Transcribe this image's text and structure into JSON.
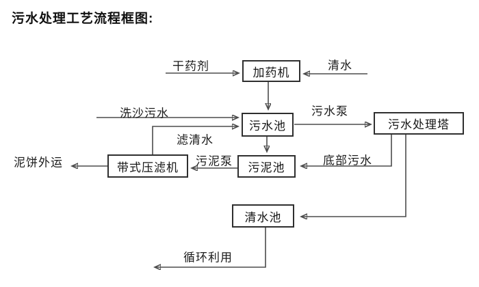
{
  "title": "污水处理工艺流程框图:",
  "diagram": {
    "nodes": {
      "dosing_machine": "加药机",
      "sewage_pool": "污水池",
      "treatment_tower": "污水处理塔",
      "belt_filter_press": "带式压滤机",
      "sludge_pool": "污泥池",
      "clean_water_pool": "清水池"
    },
    "edge_labels": {
      "dry_agent": "干药剂",
      "clean_water": "清水",
      "sand_washing_sewage": "洗沙污水",
      "filtered_water": "滤清水",
      "sewage_pump": "污水泵",
      "bottom_sewage": "底部污水",
      "sludge_pump": "污泥泵",
      "mud_cake_out": "泥饼外运",
      "recycle_use": "循环利用"
    },
    "flows": [
      {
        "from": null,
        "to": "加药机",
        "label": "干药剂"
      },
      {
        "from": null,
        "to": "加药机",
        "label": "清水"
      },
      {
        "from": "加药机",
        "to": "污水池",
        "label": ""
      },
      {
        "from": null,
        "to": "污水池",
        "label": "洗沙污水"
      },
      {
        "from": "带式压滤机",
        "to": "污水池",
        "label": "滤清水"
      },
      {
        "from": "污水池",
        "to": "污水处理塔",
        "label": "污水泵"
      },
      {
        "from": "污水池",
        "to": "污泥池",
        "label": ""
      },
      {
        "from": "污水处理塔",
        "to": "污泥池",
        "label": "底部污水"
      },
      {
        "from": "污泥池",
        "to": "带式压滤机",
        "label": "污泥泵"
      },
      {
        "from": "带式压滤机",
        "to": null,
        "label": "泥饼外运"
      },
      {
        "from": "污水处理塔",
        "to": "清水池",
        "label": ""
      },
      {
        "from": "清水池",
        "to": null,
        "label": "循环利用"
      }
    ],
    "colors": {
      "line": "#4b4b4b",
      "box_border": "#2e2e2e",
      "text": "#161616",
      "background": "#ffffff"
    }
  }
}
